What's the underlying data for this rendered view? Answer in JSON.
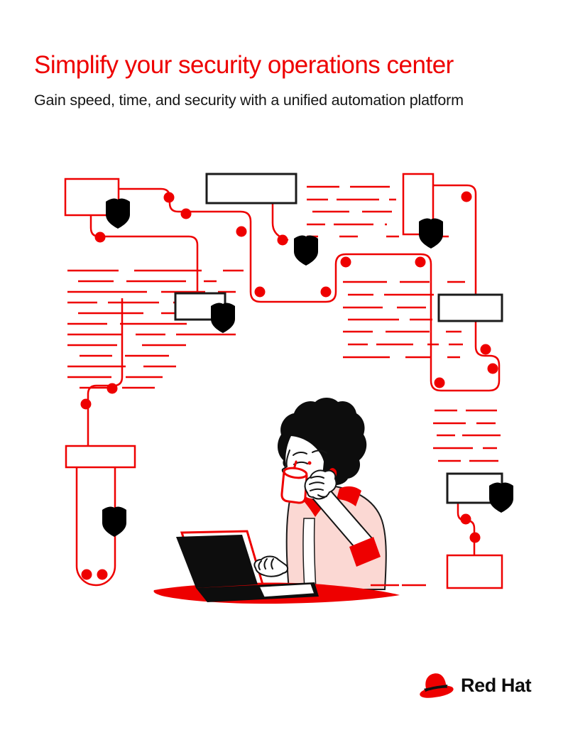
{
  "colors": {
    "background": "#ffffff",
    "brand_red": "#ee0000",
    "ink_black": "#151515",
    "skin_pink": "#fbd8d3"
  },
  "header": {
    "title": "Simplify your security operations center",
    "subtitle": "Gain speed, time, and security with a unified automation platform"
  },
  "logo": {
    "text": "Red Hat"
  }
}
